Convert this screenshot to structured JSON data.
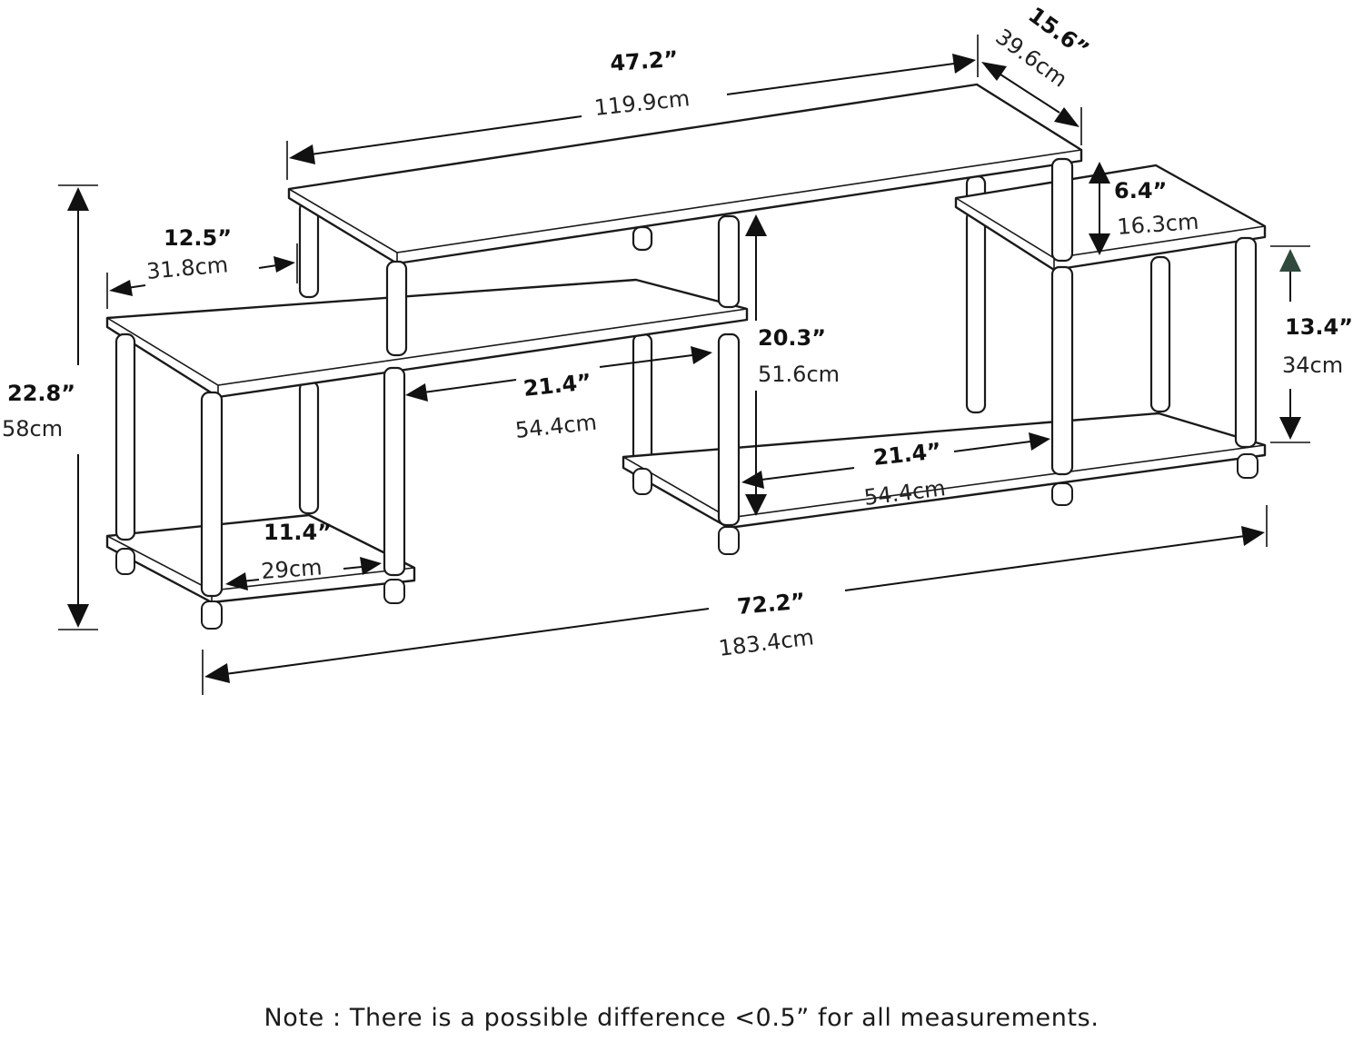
{
  "dimensions": {
    "overall_height": {
      "imperial": "22.8”",
      "metric": "58cm"
    },
    "left_module_depth": {
      "imperial": "12.5”",
      "metric": "31.8cm"
    },
    "top_shelf_width": {
      "imperial": "47.2”",
      "metric": "119.9cm"
    },
    "top_shelf_depth": {
      "imperial": "15.6”",
      "metric": "39.6cm"
    },
    "small_shelf_clearance": {
      "imperial": "6.4”",
      "metric": "16.3cm"
    },
    "center_clearance": {
      "imperial": "20.3”",
      "metric": "51.6cm"
    },
    "left_opening_width": {
      "imperial": "21.4”",
      "metric": "54.4cm"
    },
    "right_opening_width": {
      "imperial": "21.4”",
      "metric": "54.4cm"
    },
    "right_module_height": {
      "imperial": "13.4”",
      "metric": "34cm"
    },
    "left_bottom_width": {
      "imperial": "11.4”",
      "metric": "29cm"
    },
    "overall_width": {
      "imperial": "72.2”",
      "metric": "183.4cm"
    }
  },
  "note": "Note : There is a possible difference <0.5” for all measurements.",
  "colors": {
    "line": "#1a1a1a",
    "accent_arrow": "#2f4a3c",
    "background": "#ffffff"
  }
}
